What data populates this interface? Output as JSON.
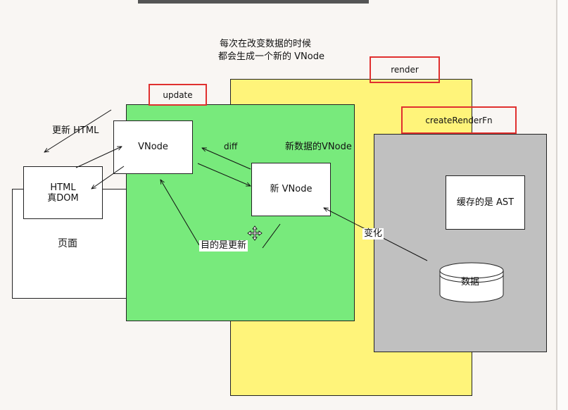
{
  "header": {
    "line1": "每次在改变数据的时候",
    "line2": "都会生成一个新的 VNode"
  },
  "labels": {
    "render": "render",
    "update": "update",
    "create_render_fn": "createRenderFn",
    "update_html": "更新 HTML",
    "vnode": "VNode",
    "diff": "diff",
    "new_data_vnode": "新数据的VNode",
    "html_line1": "HTML",
    "html_line2": "真DOM",
    "new_vnode": "新 VNode",
    "page": "页面",
    "purpose": "目的是更新",
    "change": "变化",
    "cached_ast": "缓存的是 AST",
    "data": "数据"
  },
  "colors": {
    "green": "#78ea7c",
    "yellow": "#fff47a",
    "gray": "#c0c0c0",
    "red": "#e0302f"
  }
}
